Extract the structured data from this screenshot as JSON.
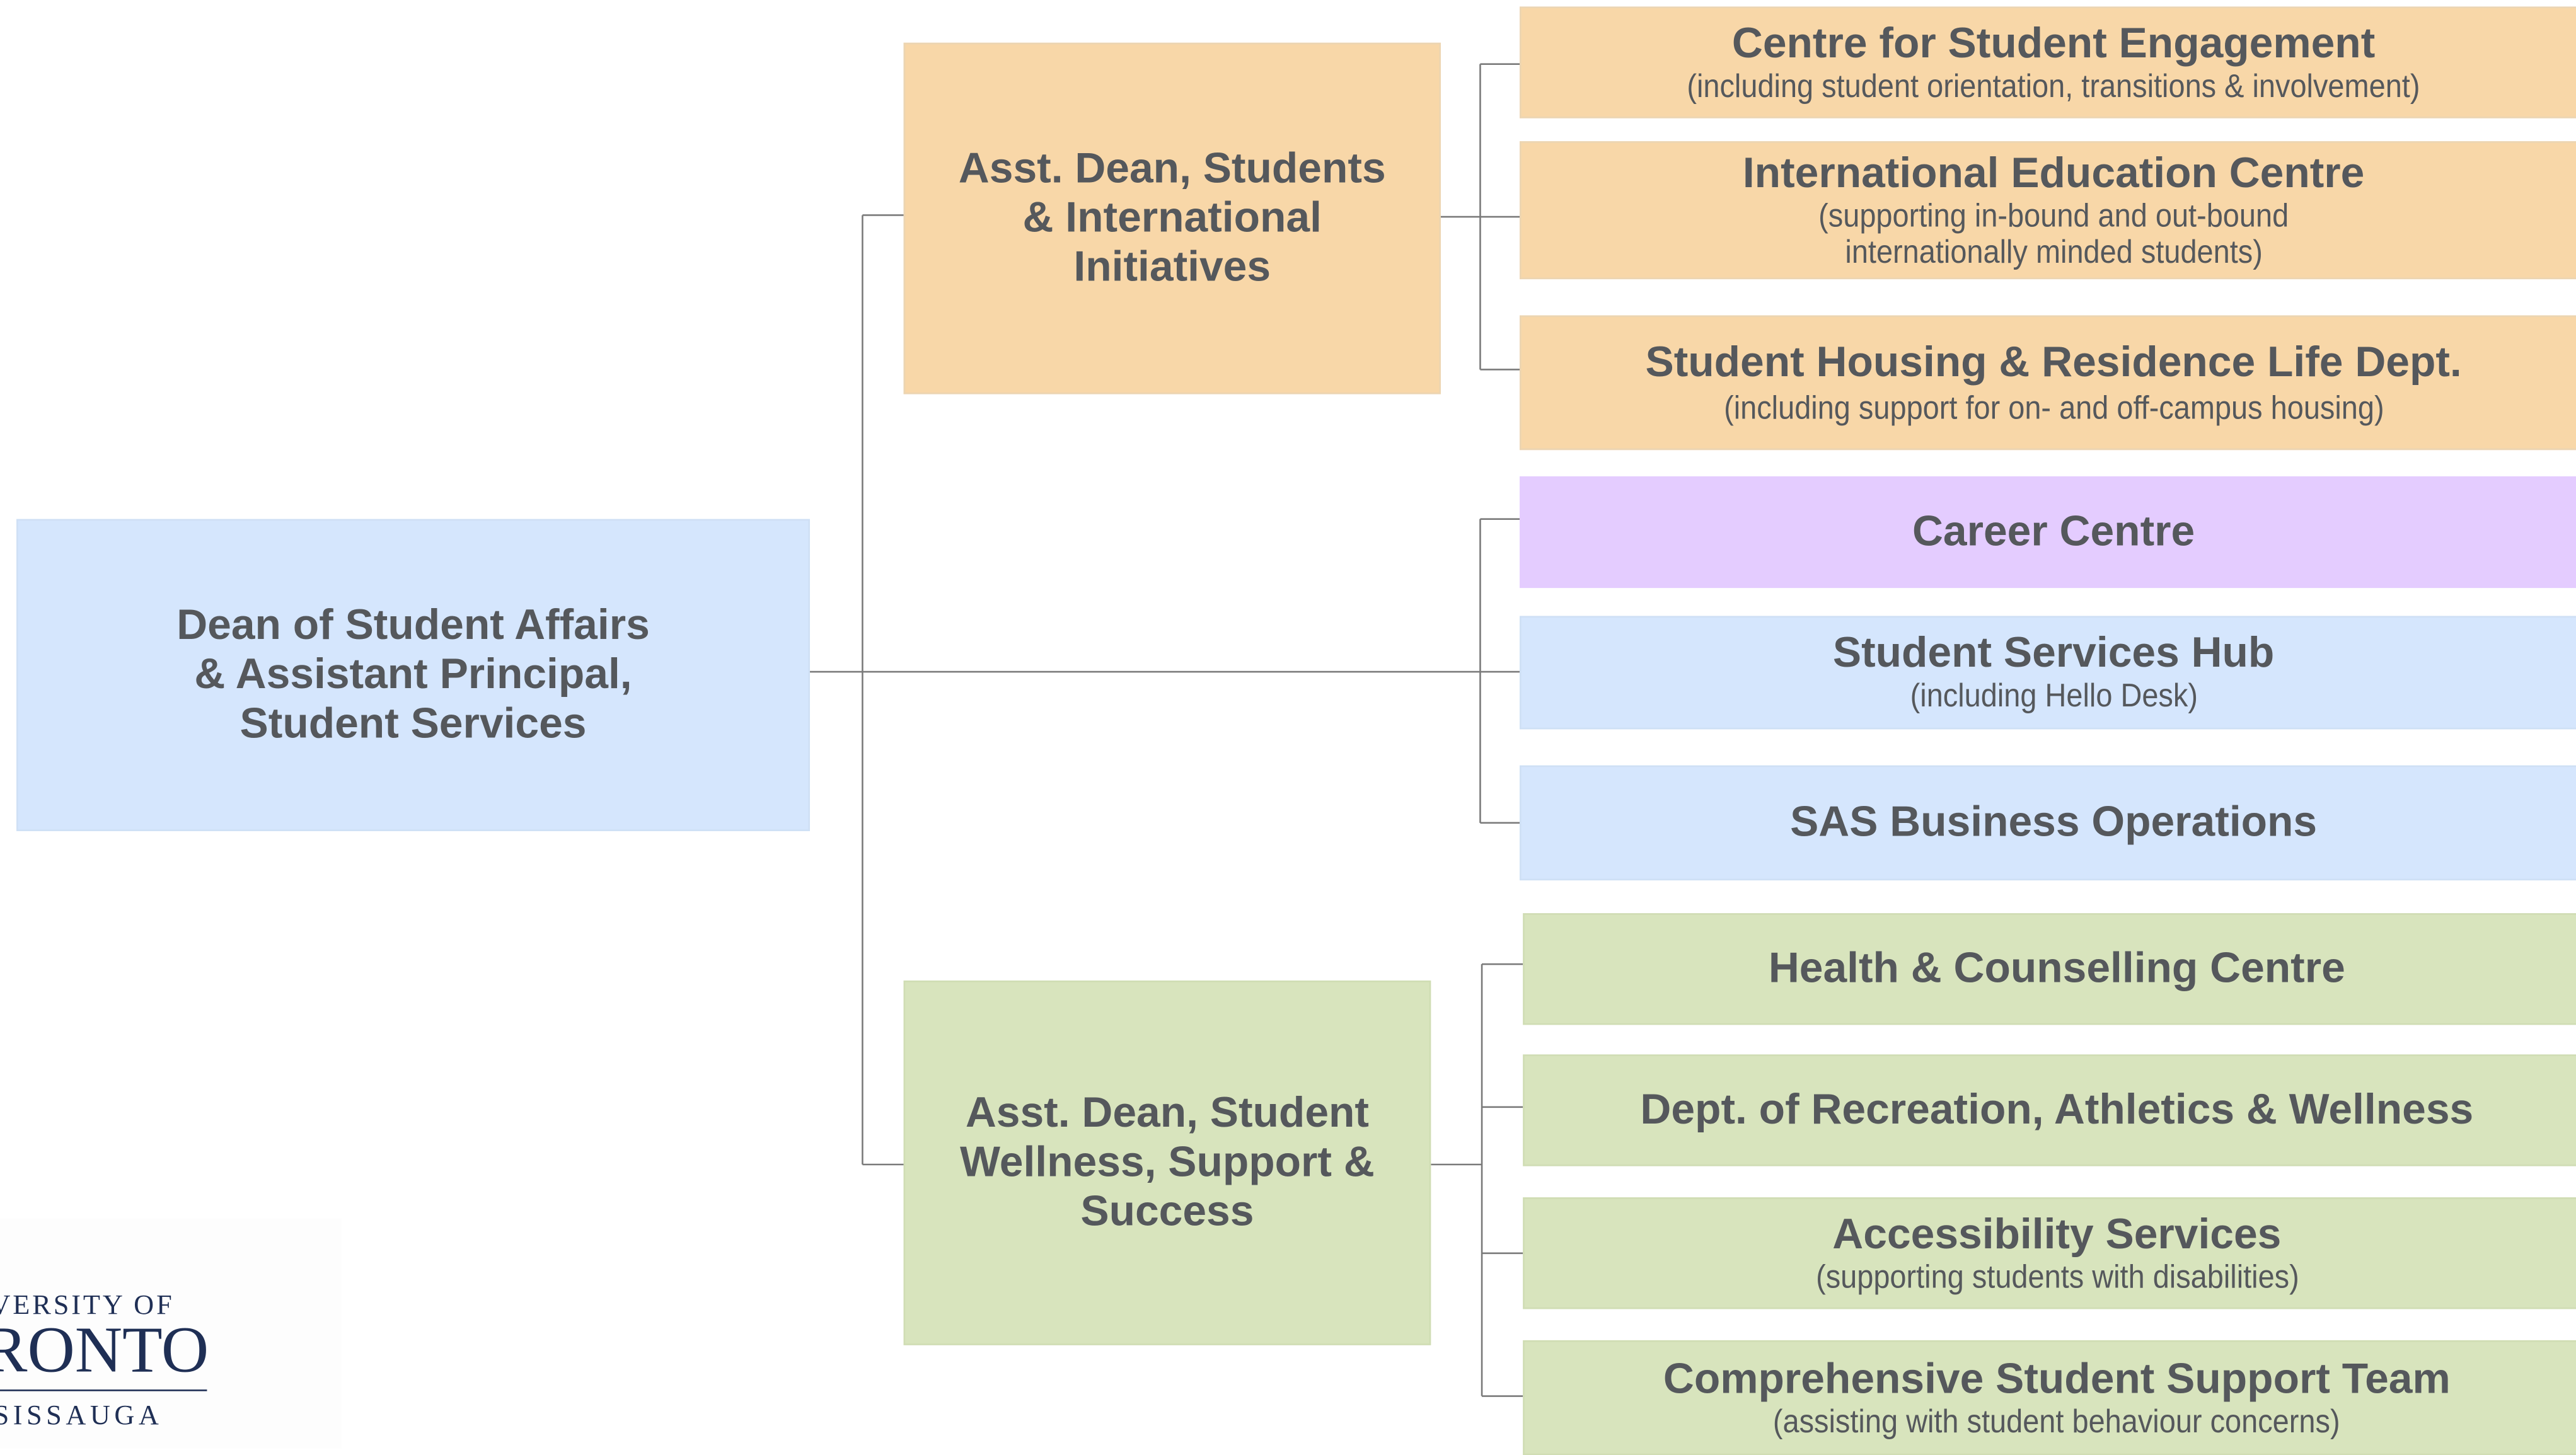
{
  "org_chart": {
    "dean": {
      "lines": [
        "Dean of Student Affairs",
        "& Assistant Principal,",
        "Student Services"
      ]
    },
    "asst_dean_international": {
      "lines": [
        "Asst. Dean, Students",
        "& International",
        "Initiatives"
      ]
    },
    "asst_dean_wellness": {
      "lines": [
        "Asst. Dean, Student",
        "Wellness, Support &",
        "Success"
      ]
    },
    "units": [
      {
        "title": "Centre for Student Engagement",
        "sub": [
          "(including student orientation, transitions & involvement)"
        ],
        "group": "international",
        "color": "orange"
      },
      {
        "title": "International Education Centre",
        "sub": [
          "(supporting in-bound and out-bound",
          "internationally minded students)"
        ],
        "group": "international",
        "color": "orange"
      },
      {
        "title": "Student Housing & Residence Life Dept.",
        "sub": [
          "(including support for on- and off-campus housing)"
        ],
        "group": "international",
        "color": "orange"
      },
      {
        "title": "Career Centre",
        "sub": [],
        "group": "dean",
        "color": "purple"
      },
      {
        "title": "Student Services Hub",
        "sub": [
          "(including Hello Desk)"
        ],
        "group": "dean",
        "color": "blue"
      },
      {
        "title": "SAS Business Operations",
        "sub": [],
        "group": "dean",
        "color": "blue"
      },
      {
        "title": "Health & Counselling Centre",
        "sub": [],
        "group": "wellness",
        "color": "green"
      },
      {
        "title": "Dept. of Recreation, Athletics & Wellness",
        "sub": [],
        "group": "wellness",
        "color": "green"
      },
      {
        "title": "Accessibility Services",
        "sub": [
          "(supporting students with disabilities)"
        ],
        "group": "wellness",
        "color": "green"
      },
      {
        "title": "Comprehensive Student Support Team",
        "sub": [
          "(assisting with student behaviour concerns)"
        ],
        "group": "wellness",
        "color": "green"
      }
    ]
  },
  "logo": {
    "line1": "VERSITY OF",
    "line2": "RONTO",
    "line3": "SISSAUGA"
  },
  "colors": {
    "orange": "#f8d7a8",
    "blue": "#d5e6fd",
    "purple": "#e4ccff",
    "green": "#d8e4bd",
    "text": "#55585c",
    "connector": "#7a7a7a"
  }
}
